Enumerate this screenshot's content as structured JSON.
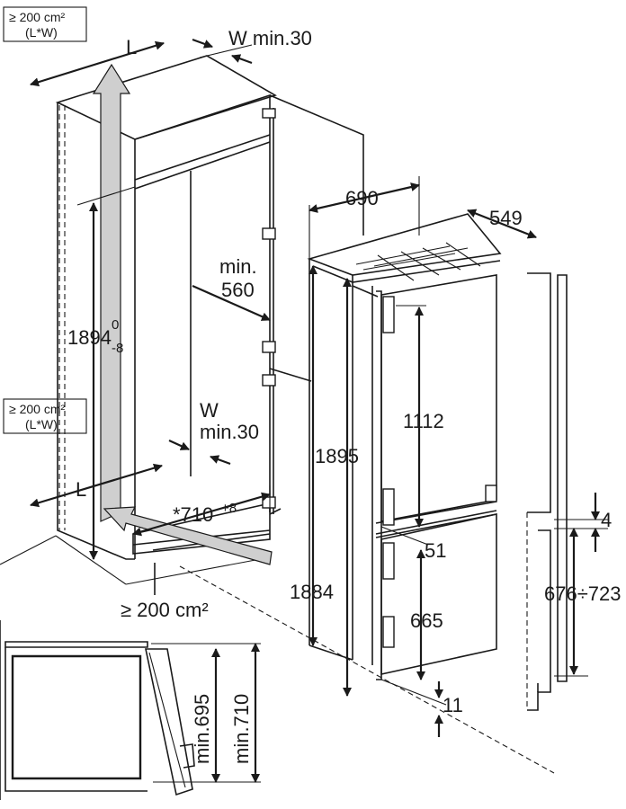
{
  "colors": {
    "line": "#1a1a1a",
    "airflow_arrow": "#a9a9a9",
    "background": "#ffffff"
  },
  "icons": [
    "airflow-arrow-up",
    "airflow-arrow-in",
    "hinge",
    "door-handle"
  ],
  "labels": {
    "vent_top": {
      "line1": "≥ 200 cm²",
      "line2": "(L*W)"
    },
    "vent_side": {
      "line1": "≥ 200 cm²",
      "line2": "(L*W)"
    },
    "vent_bottom": "≥ 200 cm²",
    "l_top": "L",
    "l_bottom": "L",
    "w_top": "W min.30",
    "w_mid_line1": "W",
    "w_mid_line2": "min.30",
    "depth_min_line1": "min.",
    "depth_min_line2": "560",
    "niche_height_main": "1894",
    "niche_height_sup": "0",
    "niche_height_sub": "-8",
    "niche_width_main": "*710",
    "niche_width_sup": "+8",
    "appliance_width": "690",
    "appliance_depth": "549",
    "appliance_height_total": "1895",
    "appliance_height_body": "1884",
    "upper_door": "1112",
    "gap_51": "51",
    "lower_door": "665",
    "bottom_11": "11",
    "door_gap_4": "4",
    "door_range": "676÷723",
    "detail_min_695": "min.695",
    "detail_min_710": "min.710"
  }
}
